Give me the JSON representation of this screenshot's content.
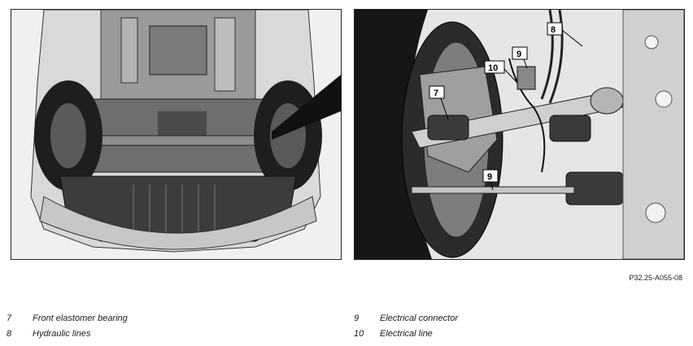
{
  "figure_id": "P32.25-A055-08",
  "callouts": {
    "c8": "8",
    "c9_top": "9",
    "c10": "10",
    "c7": "7",
    "c9_bottom": "9"
  },
  "legend": [
    {
      "number": "7",
      "label": "Front elastomer bearing"
    },
    {
      "number": "8",
      "label": "Hydraulic lines"
    },
    {
      "number": "9",
      "label": "Electrical connector"
    },
    {
      "number": "10",
      "label": "Electrical line"
    }
  ]
}
